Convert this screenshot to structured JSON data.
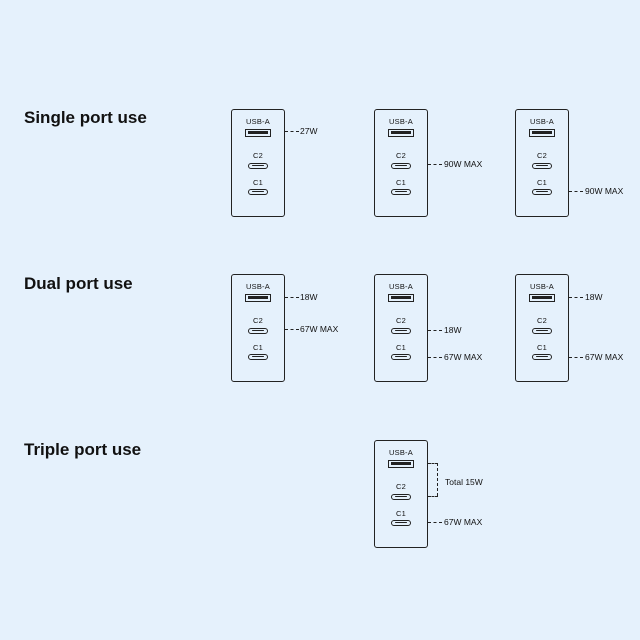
{
  "sections": [
    {
      "title": "Single port use"
    },
    {
      "title": "Dual port use"
    },
    {
      "title": "Triple port use"
    }
  ],
  "ports": {
    "usba": "USB-A",
    "c2": "C2",
    "c1": "C1"
  },
  "single": [
    {
      "usba": "27W"
    },
    {
      "c2": "90W MAX"
    },
    {
      "c1": "90W MAX"
    }
  ],
  "dual": [
    {
      "usba": "18W",
      "c2": "67W MAX"
    },
    {
      "c2": "18W",
      "c1": "67W MAX"
    },
    {
      "usba": "18W",
      "c1": "67W MAX"
    }
  ],
  "triple": {
    "combined": "Total 15W",
    "c1": "67W MAX"
  }
}
